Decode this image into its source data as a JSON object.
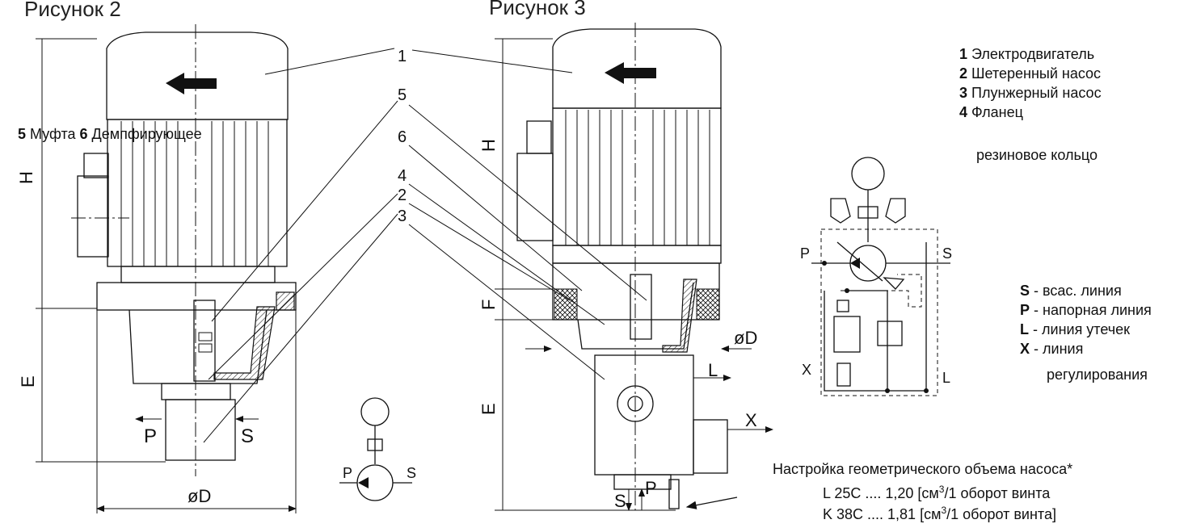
{
  "figures": {
    "fig2_title": "Рисунок 2",
    "fig3_title": "Рисунок 3"
  },
  "legend_top": [
    {
      "num": "1",
      "text": "Электродвигатель"
    },
    {
      "num": "2",
      "text": "Шетеренный насос"
    },
    {
      "num": "3",
      "text": "Плунжерный насос"
    },
    {
      "num": "4",
      "text": "Фланец"
    }
  ],
  "legend_top_continued": "резиновое кольцо",
  "legend_left": {
    "num5": "5",
    "text5": "Муфта",
    "num6": "6",
    "text6": "Демпфирующее"
  },
  "legend_lines": [
    {
      "letter": "S",
      "text": "- всас. линия"
    },
    {
      "letter": "P",
      "text": "- напорная линия"
    },
    {
      "letter": "L",
      "text": "- линия утечек"
    },
    {
      "letter": "X",
      "text": "- линия"
    }
  ],
  "legend_lines_continued": "регулирования",
  "dims": {
    "H": "H",
    "E": "E",
    "F": "F",
    "D_left": "øD",
    "D_right": "øD",
    "P": "P",
    "S": "S",
    "L": "L",
    "X": "X"
  },
  "callouts": {
    "c1a": "1",
    "c1b": "5",
    "c1c": "6",
    "c1d": "4",
    "c1e": "2",
    "c1f": "3"
  },
  "hydraulic": {
    "P": "P",
    "S": "S",
    "X": "X",
    "L": "L"
  },
  "small_symbol": {
    "P": "P",
    "S": "S"
  },
  "setup": {
    "title": "Настройка геометрического объема насоса*",
    "line1_model": "L 25C .... 1,20 [см",
    "line1_sup": "3",
    "line1_tail": "/1 оборот винта",
    "line2_model": "K 38C .... 1,81 [см",
    "line2_sup": "3",
    "line2_tail": "/1 оборот винта]"
  }
}
